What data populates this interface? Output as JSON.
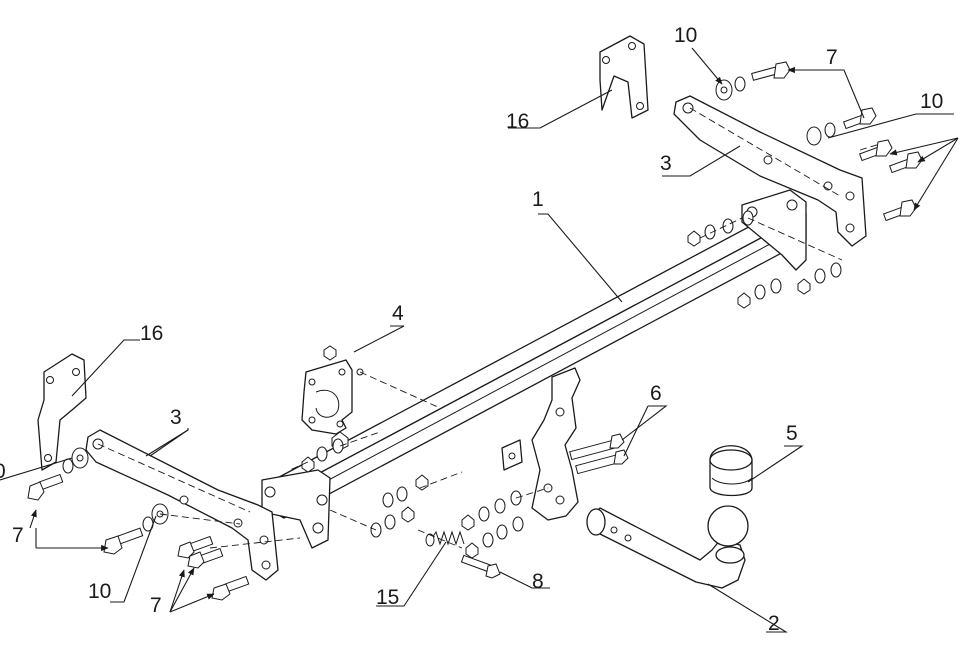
{
  "callouts": {
    "c1": "1",
    "c2": "2",
    "c3_left": "3",
    "c3_right": "3",
    "c4": "4",
    "c5": "5",
    "c6": "6",
    "c7_top": "7",
    "c7_left": "7",
    "c7_bottom": "7",
    "c8": "8",
    "c10_top": "10",
    "c10_right": "10",
    "c10_left": "10",
    "c10_edge": "0",
    "c15": "15",
    "c16_top": "16",
    "c16_left": "16"
  }
}
